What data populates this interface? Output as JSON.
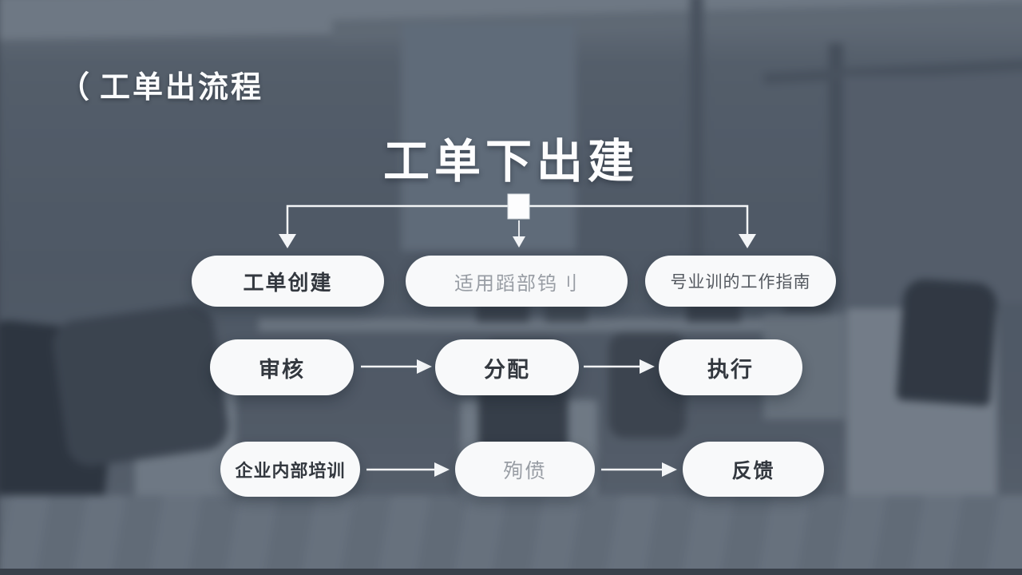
{
  "header": {
    "bracket": "（",
    "label": "工单出流程"
  },
  "title": "工单下出建",
  "flowchart": {
    "top_row": [
      "工单创建",
      "适用蹈部钨刂",
      "号业训的工作指南"
    ],
    "middle_row": [
      "审核",
      "分配",
      "执行"
    ],
    "bottom_row": [
      "企业内部培训",
      "殉偾",
      "反馈"
    ]
  },
  "colors": {
    "background_base": "#57606c",
    "pill_background": "#f8f9fa",
    "connector_line": "#f3f5f7",
    "dark_text": "#33383f",
    "faint_text": "#989da4",
    "title_text": "#fdfdfe"
  }
}
